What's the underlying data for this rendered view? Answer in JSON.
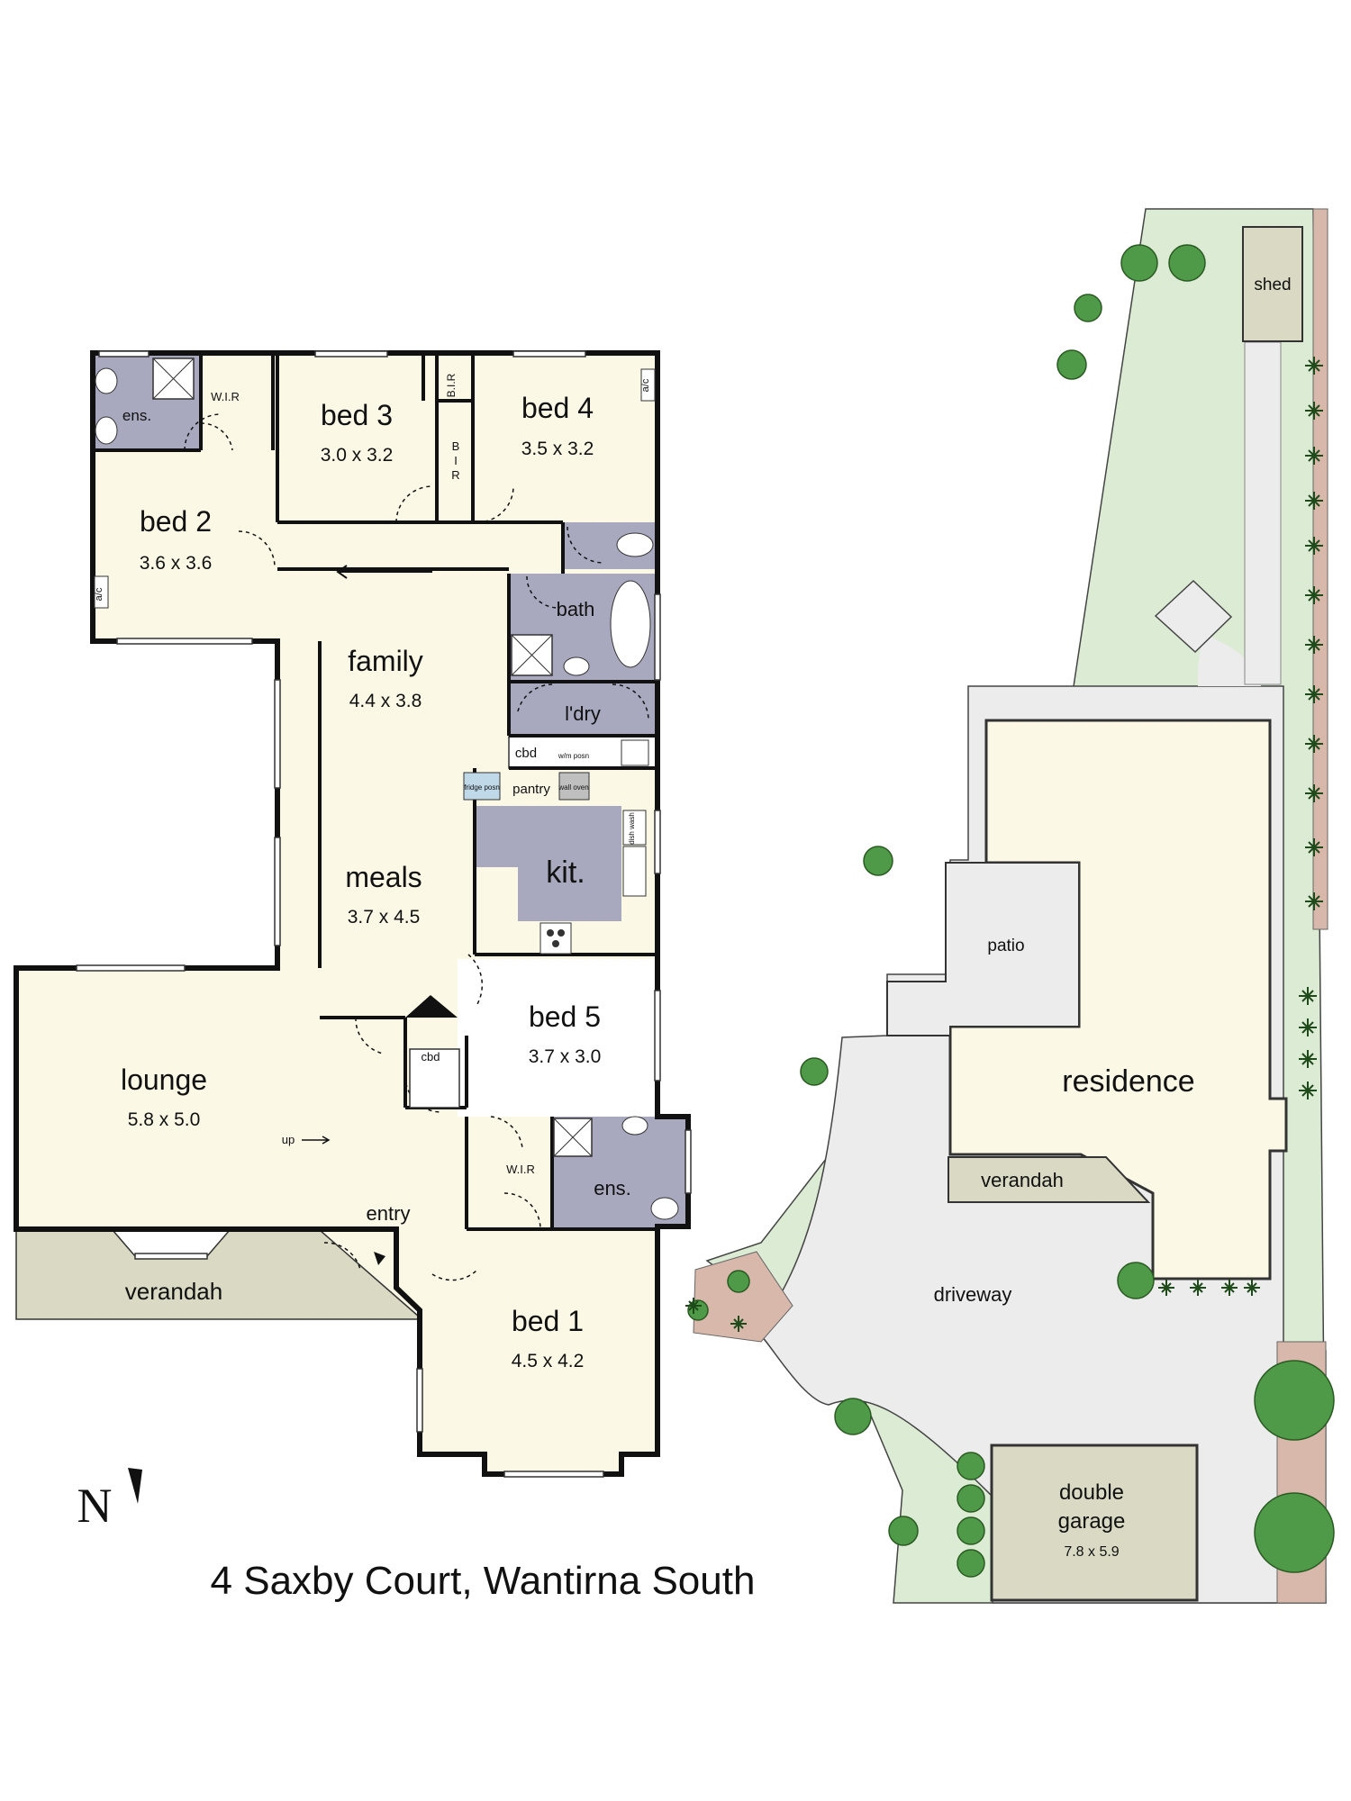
{
  "title": "4 Saxby Court, Wantirna South",
  "compass": "N",
  "rooms": {
    "bed2": {
      "name": "bed 2",
      "size": "3.6 x 3.6"
    },
    "bed3": {
      "name": "bed 3",
      "size": "3.0 x 3.2"
    },
    "bed4": {
      "name": "bed 4",
      "size": "3.5 x 3.2"
    },
    "family": {
      "name": "family",
      "size": "4.4 x 3.8"
    },
    "meals": {
      "name": "meals",
      "size": "3.7 x 4.5"
    },
    "lounge": {
      "name": "lounge",
      "size": "5.8 x 5.0"
    },
    "bed5": {
      "name": "bed 5",
      "size": "3.7 x 3.0"
    },
    "bed1": {
      "name": "bed 1",
      "size": "4.5 x 4.2"
    },
    "garage": {
      "name_line1": "double",
      "name_line2": "garage",
      "size": "7.8 x 5.9"
    }
  },
  "labels": {
    "ens_top": "ens.",
    "wir_top": "W.I.R",
    "bir_top": "B.I.R",
    "bir_mid": [
      "B",
      "I",
      "R"
    ],
    "ac": "a/c",
    "bath": "bath",
    "ldry": "l'dry",
    "cbd": "cbd",
    "wm": "w/m posn",
    "fridge": "fridge posn",
    "pantry": "pantry",
    "wall_oven": "wall oven",
    "dish_wash": "dish wash",
    "kit": "kit.",
    "cbd_entry": "cbd",
    "up": "up",
    "entry": "entry",
    "wir_bed1": "W.I.R",
    "ens_bed1": "ens.",
    "verandah_front": "verandah"
  },
  "site": {
    "shed": "shed",
    "patio": "patio",
    "residence": "residence",
    "verandah": "verandah",
    "driveway": "driveway"
  },
  "colors": {
    "room": "#fbf8e6",
    "wet": "#a8a9bf",
    "lawn": "#dcebd3",
    "paving": "#ececec",
    "verandah": "#d9d9c4",
    "garden_bed": "#d7b8aa",
    "tree": "#4e9a48"
  }
}
